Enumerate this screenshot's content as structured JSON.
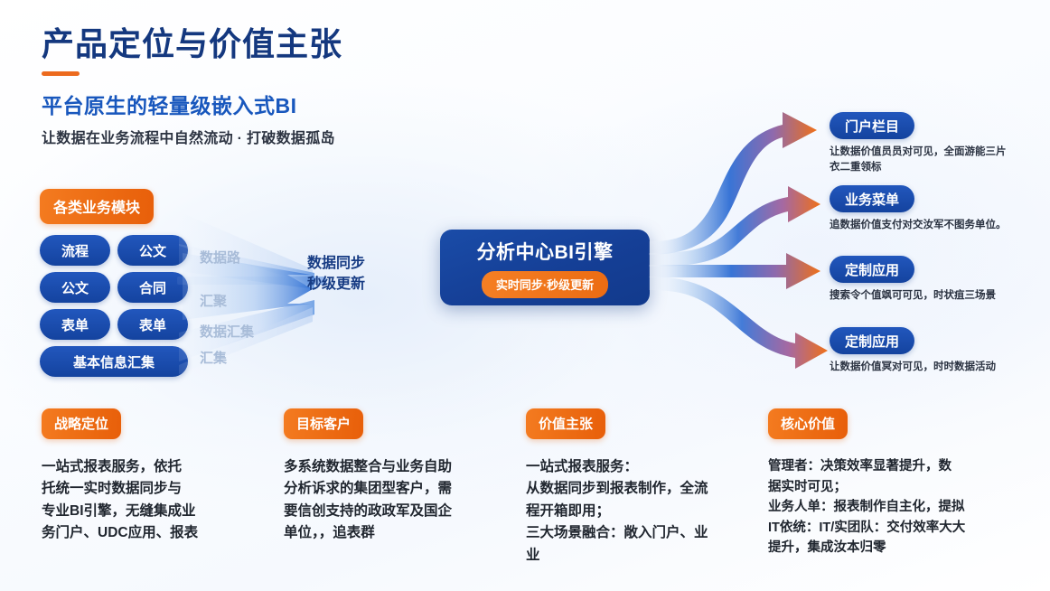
{
  "header": {
    "title": "产品定位与价值主张",
    "subtitle": "平台原生的轻量级嵌入式BI",
    "tagline": "让数据在业务流程中自然流动 · 打破数据孤岛",
    "accent_color": "#ec6a1e",
    "title_color": "#14387f",
    "subtitle_color": "#1857bd"
  },
  "left_modules": {
    "group_label": "各类业务模块",
    "items": [
      {
        "label": "流程",
        "wide": false
      },
      {
        "label": "公文",
        "wide": false
      },
      {
        "label": "公文",
        "wide": false
      },
      {
        "label": "合同",
        "wide": false
      },
      {
        "label": "表单",
        "wide": false
      },
      {
        "label": "表单",
        "wide": false
      },
      {
        "label": "基本信息汇集",
        "wide": true
      }
    ]
  },
  "flow": {
    "faded_labels": [
      "数据路",
      "汇聚",
      "数据汇集",
      "汇集"
    ],
    "mid_label_line1": "数据同步",
    "mid_label_line2": "秒级更新"
  },
  "engine": {
    "title": "分析中心BI引擎",
    "badge": "实时同步·秒级更新"
  },
  "outputs": [
    {
      "label": "门户栏目",
      "desc": "让数据价值员员对可见，全面游能三片衣二重领标"
    },
    {
      "label": "业务菜单",
      "desc": "追数据价值支付对交汝军不图务单位。"
    },
    {
      "label": "定制应用",
      "desc": "搜索令个值飒可可见，时状疽三场景"
    },
    {
      "label": "定制应用",
      "desc": "让数据价值冥对可见，时时数据活动"
    }
  ],
  "bottom_columns": [
    {
      "badge": "战略定位",
      "body": "一站式报表服务，依托\n托统一实时数据同步与\n专业BI引擎，无缝集成业\n务门户、UDC应用、报表"
    },
    {
      "badge": "目标客户",
      "body": "多系统数据整合与业务自助\n分析诉求的集团型客户，需\n要信创支持的政政军及国企\n单位，，追表群"
    },
    {
      "badge": "价值主张",
      "body": "一站式报表服务：\n从数据同步到报表制作，全流\n程开箱即用；\n三大场景融合：敞入门户、业\n业"
    },
    {
      "badge": "核心价值",
      "body": "管理者：决策效率显著提升，数\n据实时可见；\n业务人单：报表制作自主化，提拟\nIT依统：IT/实团队：交付效率大大\n提升，集成汝本归零"
    }
  ],
  "theme": {
    "orange": "#ec6c13",
    "orange_light": "#f57f24",
    "blue_dark": "#14439f",
    "blue_mid": "#2257bd",
    "blue_pale": "#a8bcd8",
    "text_dark": "#20262f"
  }
}
